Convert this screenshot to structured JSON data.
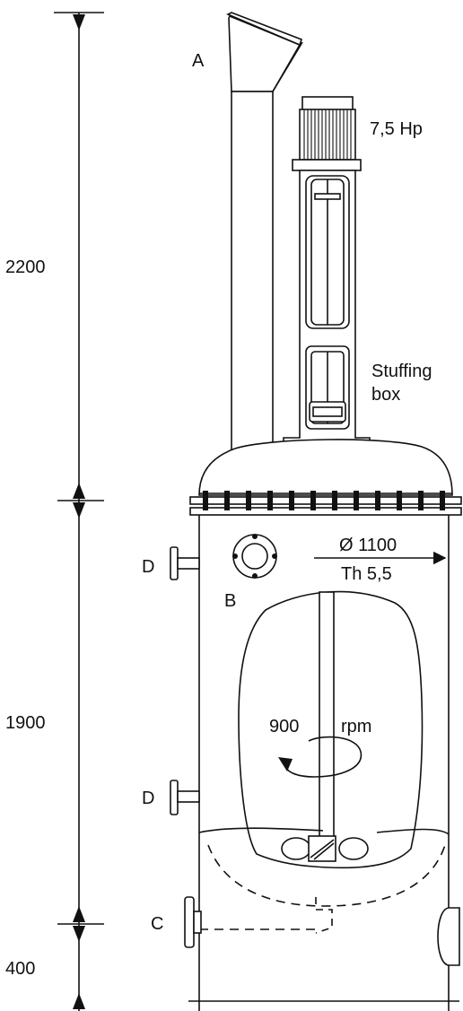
{
  "dimensions": {
    "top_height": "2200",
    "middle_height": "1900",
    "bottom_height": "400"
  },
  "labels": {
    "hopper": "A",
    "manhole": "B",
    "bottom_outlet": "C",
    "side_nozzle_upper": "D",
    "side_nozzle_lower": "D",
    "motor_power": "7,5 Hp",
    "stuffing_box_line1": "Stuffing",
    "stuffing_box_line2": "box",
    "diameter": "Ø 1100",
    "thickness": "Th 5,5",
    "speed_value": "900",
    "speed_unit": "rpm"
  }
}
